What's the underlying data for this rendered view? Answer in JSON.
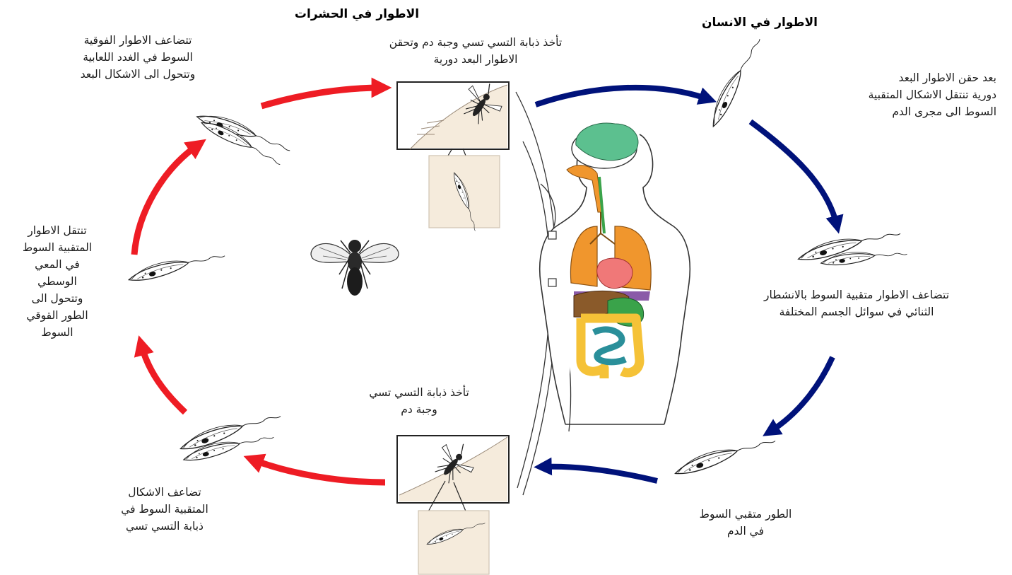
{
  "headers": {
    "insect": "الاطوار في الحشرات",
    "human": "الاطوار في الانسان"
  },
  "steps": {
    "fly_bite_inject": "تأخذ ذبابة التسي تسي وجبة دم وتحقن\nالاطوار البعد دورية",
    "human_bloodstream": "بعد حقن الاطوار البعد\nدورية تنتقل الاشكال المتقبية\nالسوط الى مجرى الدم",
    "binary_fission": "تتضاعف الاطوار متقبية السوط بالانشطار\nالثنائي في سوائل الجسم المختلفة",
    "blood_stage": "الطور متقبي السوط\nفي الدم",
    "fly_blood_meal": "تأخذ ذبابة التسي تسي\nوجبة دم",
    "multiply_in_fly": "تضاعف الاشكال\nالمتقبية السوط في\nذبابة التسي تسي",
    "midgut": "تنتقل الاطوار\nالمتقبية السوط\nفي المعي\nالوسطي\nوتتحول الى\nالطور القوقي\nالسوط",
    "salivary_glands": "تتضاعف الاطوار الفوقية\nالسوط في الغدد اللعابية\nوتتحول الى الاشكال البعد"
  },
  "colors": {
    "insect_arrows": "#ee1c24",
    "human_arrows": "#00127a",
    "brain": "#5cc08f",
    "lungs": "#f0962d",
    "heart": "#f07878",
    "liver": "#8a5a2a",
    "stomach": "#3aa34a",
    "colon": "#f5c237",
    "small_intestine": "#2a8f9a",
    "skin_inset": "#f5ebdc"
  },
  "icons": [
    "tsetse-fly-icon",
    "trypanosome-icon",
    "human-body-icon"
  ]
}
